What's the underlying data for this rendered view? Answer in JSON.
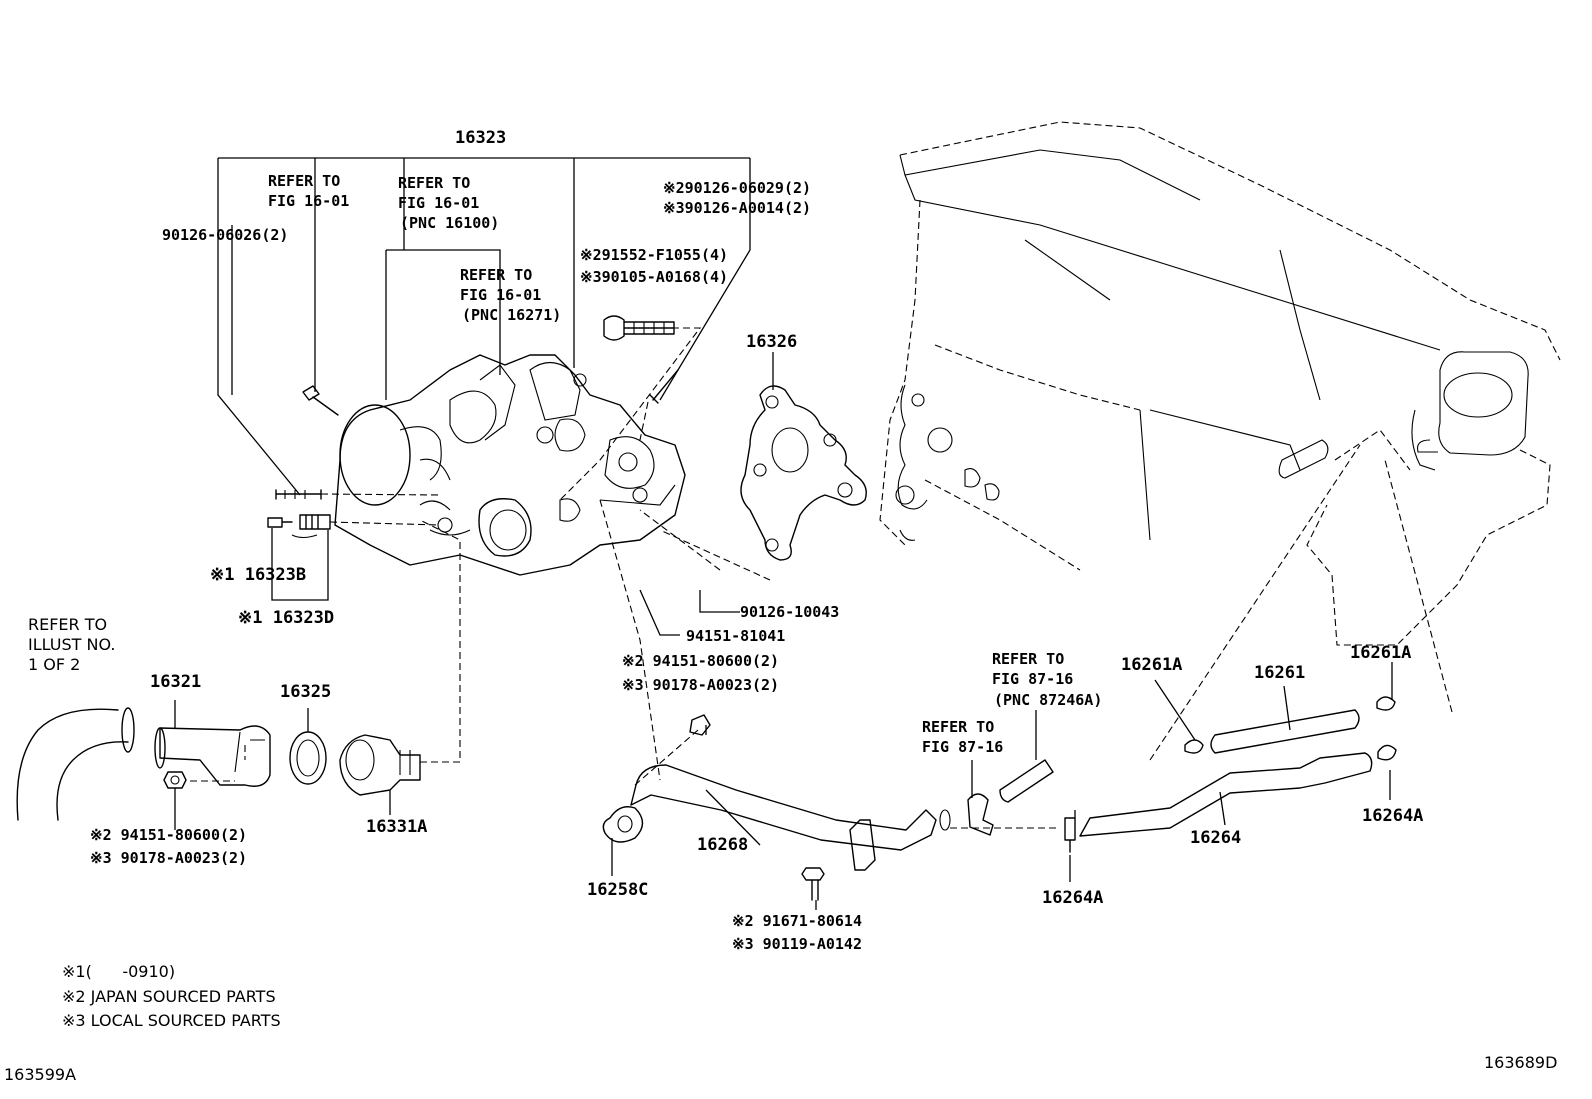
{
  "labels": {
    "p16323": "16323",
    "refer_fig1601_a_1": "REFER TO",
    "refer_fig1601_a_2": "FIG 16-01",
    "refer_fig1601_b_1": "REFER TO",
    "refer_fig1601_b_2": "FIG 16-01",
    "refer_fig1601_b_3": "(PNC 16100)",
    "refer_fig1601_c_1": "REFER TO",
    "refer_fig1601_c_2": "FIG 16-01",
    "refer_fig1601_c_3": "(PNC 16271)",
    "bolt_90126_06026": "90126-06026(2)",
    "bolt_90126_06029": "※290126-06029(2)",
    "bolt_90126_A0014": "※390126-A0014(2)",
    "bolt_91552_F1055": "※291552-F1055(4)",
    "bolt_90105_A0168": "※390105-A0168(4)",
    "p16326": "16326",
    "p16323B": "※1 16323B",
    "p16323D": "※1 16323D",
    "stud_90126_10043": "90126-10043",
    "nut_94151_81041": "94151-81041",
    "nut_94151_80600_a": "※2 94151-80600(2)",
    "nut_90178_A0023_a": "※3 90178-A0023(2)",
    "refer_illust_1": "REFER TO",
    "refer_illust_2": "ILLUST NO.",
    "refer_illust_3": "1 OF 2",
    "p16321": "16321",
    "p16325": "16325",
    "p16331A": "16331A",
    "nut_94151_80600_b": "※2 94151-80600(2)",
    "nut_90178_A0023_b": "※3 90178-A0023(2)",
    "p16268": "16268",
    "p16258C": "16258C",
    "bolt_91671_80614": "※2 91671-80614",
    "bolt_90119_A0142": "※3 90119-A0142",
    "refer_fig8716_a_1": "REFER TO",
    "refer_fig8716_a_2": "FIG 87-16",
    "refer_fig8716_a_3": "(PNC 87246A)",
    "refer_fig8716_b_1": "REFER TO",
    "refer_fig8716_b_2": "FIG 87-16",
    "p16261A_left": "16261A",
    "p16261": "16261",
    "p16261A_right": "16261A",
    "p16264": "16264",
    "p16264A_bottom": "16264A",
    "p16264A_right": "16264A"
  },
  "notes": [
    "※1(      -0910)",
    "※2 JAPAN SOURCED PARTS",
    "※3 LOCAL SOURCED PARTS"
  ],
  "corner_codes": {
    "left": "163599A",
    "right": "163689D"
  }
}
